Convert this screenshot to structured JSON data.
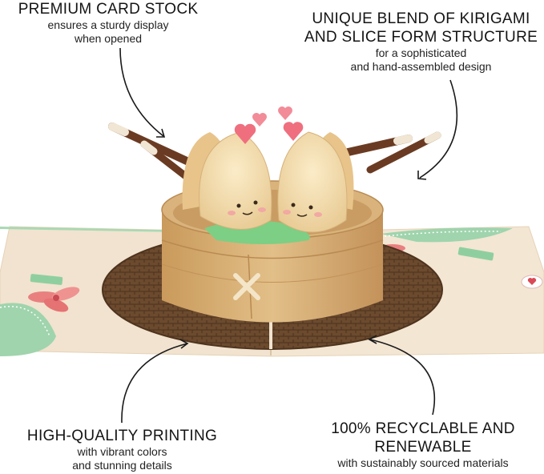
{
  "callouts": {
    "card_stock": {
      "heading": "PREMIUM CARD STOCK",
      "line1": "ensures a sturdy display",
      "line2": "when opened"
    },
    "kirigami": {
      "heading_line1": "UNIQUE BLEND OF KIRIGAMI",
      "heading_line2": "AND SLICE FORM STRUCTURE",
      "line1": "for a sophisticated",
      "line2": "and hand-assembled design"
    },
    "printing": {
      "heading": "HIGH-QUALITY PRINTING",
      "line1": "with vibrant colors",
      "line2": "and stunning details"
    },
    "recyclable": {
      "heading_line1": "100% RECYCLABLE AND",
      "heading_line2": "RENEWABLE",
      "line1": "with sustainably sourced materials"
    }
  },
  "colors": {
    "card_base": "#f1e3cf",
    "mint": "#9fd4ad",
    "steamer_wood": "#d7b27a",
    "mat_brown": "#6b4a2e",
    "dumpling": "#f3dcaf",
    "heart": "#ef6f7f",
    "chopstick": "#6a3b22",
    "blossom": "#e9807f"
  }
}
